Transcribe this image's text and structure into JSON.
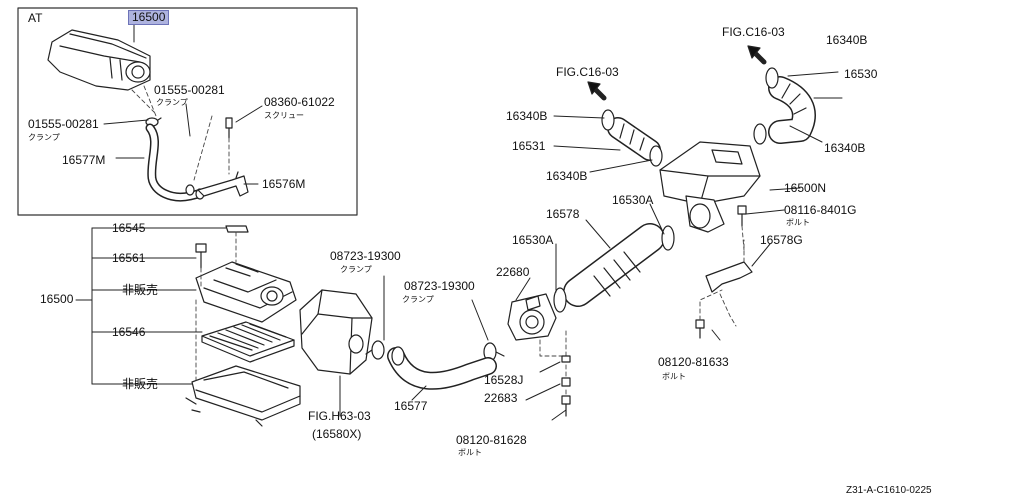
{
  "inset": {
    "title": "AT",
    "highlight_part": "16500"
  },
  "labels": {
    "clamp_01555_a": "01555-00281",
    "clamp_01555_b": "01555-00281",
    "screw_08360": "08360-61022",
    "hose_16577m": "16577M",
    "bracket_16576m": "16576M",
    "p16545": "16545",
    "p16561": "16561",
    "p16500": "16500",
    "hibai_1": "非販売",
    "hibai_2": "非販売",
    "p16546": "16546",
    "clamp_08723_a": "08723-19300",
    "clamp_08723_b": "08723-19300",
    "fig_h63": "FIG.H63-03",
    "p16580x": "(16580X)",
    "p16577": "16577",
    "p16528j": "16528J",
    "p22683": "22683",
    "bolt_08120_a": "08120-81628",
    "p22680": "22680",
    "p16530a_1": "16530A",
    "p16530a_2": "16530A",
    "p16578": "16578",
    "p16340b_1": "16340B",
    "p16531": "16531",
    "p16340b_2": "16340B",
    "fig_c16_left": "FIG.C16-03",
    "fig_c16_right": "FIG.C16-03",
    "p16340b_3": "16340B",
    "p16530": "16530",
    "p16340b_4": "16340B",
    "p16500n": "16500N",
    "bolt_08116": "08116-8401G",
    "p16578g": "16578G",
    "bolt_08120_b": "08120-81633",
    "code": "Z31-A-C1610-0225"
  },
  "sublabels": {
    "clamp": "クランプ",
    "screw": "スクリュー",
    "bolt": "ボルト"
  }
}
